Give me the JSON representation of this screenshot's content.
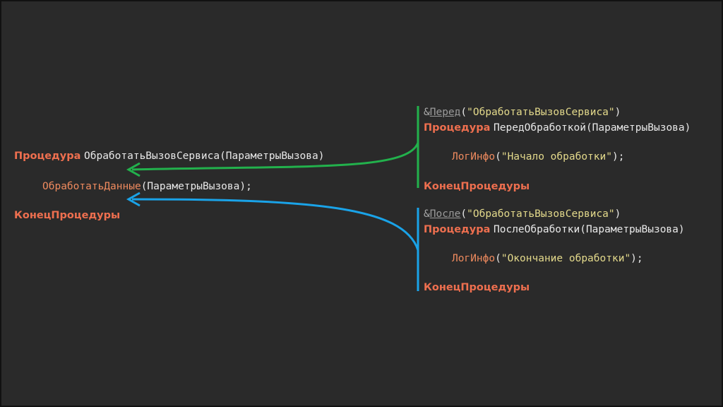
{
  "left": {
    "line1_keyword": "Процедура",
    "line1_name": "ОбработатьВызовСервиса",
    "line1_params": "(ПараметрыВызова)",
    "line2_call": "ОбработатьДанные",
    "line2_args": "(ПараметрыВызова);",
    "line3_end": "КонецПроцедуры"
  },
  "before": {
    "amp": "&",
    "annotation": "Перед",
    "open": "(",
    "target": "\"ОбработатьВызовСервиса\"",
    "close": ")",
    "keyword": "Процедура",
    "proc_name": "ПередОбработкой",
    "proc_params": "(ПараметрыВызова)",
    "log_call": "ЛогИнфо",
    "log_open": "(",
    "log_msg": "\"Начало обработки\"",
    "log_close": ");",
    "end": "КонецПроцедуры"
  },
  "after": {
    "amp": "&",
    "annotation": "После",
    "open": "(",
    "target": "\"ОбработатьВызовСервиса\"",
    "close": ")",
    "keyword": "Процедура",
    "proc_name": "ПослеОбработки",
    "proc_params": "(ПараметрыВызова)",
    "log_call": "ЛогИнфо",
    "log_open": "(",
    "log_msg": "\"Окончание обработки\"",
    "log_close": ");",
    "end": "КонецПроцедуры"
  },
  "colors": {
    "background": "#2a2a2a",
    "keyword": "#ee6f4f",
    "string": "#e3d98b",
    "green_arrow": "#22b14c",
    "blue_arrow": "#1aa3e8"
  }
}
